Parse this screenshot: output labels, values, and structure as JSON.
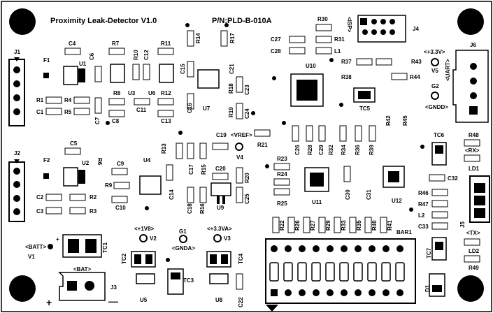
{
  "header": {
    "title": "Proximity Leak-Detector V1.0",
    "part_number": "P/N:PLD-B-010A"
  },
  "connectors": {
    "j1": "J1",
    "j2": "J2",
    "j3": "J3",
    "j4": "J4",
    "j5": "J5",
    "j6": "J6",
    "isp": "<ISP>",
    "uart": "<UART>",
    "bat": "<BAT>",
    "batt": "<BATT>",
    "plus": "+",
    "minus": "—"
  },
  "test_points": {
    "v1": "V1",
    "v2": "V2",
    "v3": "V3",
    "v4": "V4",
    "v5": "V5",
    "g1": "G1",
    "g2": "G2",
    "vref": "<VREF>",
    "v18": "<+1V8>",
    "v33a": "<+3.3VA>",
    "v33": "<+3.3V>",
    "gnda": "<GNDA>",
    "gndd": "<GNDD>",
    "rx": "<RX>",
    "tx": "<TX>"
  },
  "chips": {
    "u1": "U1",
    "u2": "U2",
    "u3": "U3",
    "u4": "U4",
    "u5": "U5",
    "u6": "U6",
    "u7": "U7",
    "u8": "U8",
    "u9": "U9",
    "u10": "U10",
    "u11": "U11",
    "u12": "U12",
    "bar1": "BAR1",
    "ld1": "LD1",
    "ld2": "LD2",
    "d1": "D1"
  },
  "designators": {
    "f1": "F1",
    "f2": "F2",
    "l1": "L1",
    "l2": "L2",
    "tc1": "TC1",
    "tc2": "TC2",
    "tc3": "TC3",
    "tc4": "TC4",
    "tc5": "TC5",
    "tc6": "TC6",
    "tc7": "TC7",
    "r1": "R1",
    "r2": "R2",
    "r3": "R3",
    "r4": "R4",
    "r5": "R5",
    "r6": "R6",
    "r7": "R7",
    "r8": "R8",
    "r9": "R9",
    "r10": "R10",
    "r11": "R11",
    "r12": "R12",
    "r13": "R13",
    "r14": "R14",
    "r15": "R15",
    "r16": "R16",
    "r17": "R17",
    "r18": "R18",
    "r19": "R19",
    "r20": "R20",
    "r21": "R21",
    "r22": "R22",
    "r23": "R23",
    "r24": "R24",
    "r25": "R25",
    "r26": "R26",
    "r27": "R27",
    "r28": "R28",
    "r29": "R29",
    "r30": "R30",
    "r31": "R31",
    "r32": "R32",
    "r33": "R33",
    "r34": "R34",
    "r35": "R35",
    "r36": "R36",
    "r37": "R37",
    "r38": "R38",
    "r39": "R39",
    "r40": "R40",
    "r41": "R41",
    "r42": "R42",
    "r43": "R43",
    "r44": "R44",
    "r45": "R45",
    "r46": "R46",
    "r47": "R47",
    "r48": "R48",
    "r49": "R49",
    "c1": "C1",
    "c2": "C2",
    "c3": "C3",
    "c4": "C4",
    "c5": "C5",
    "c6": "C6",
    "c7": "C7",
    "c8": "C8",
    "c9": "C9",
    "c10": "C10",
    "c11": "C11",
    "c12": "C12",
    "c13": "C13",
    "c14": "C14",
    "c15": "C15",
    "c16": "C16",
    "c17": "C17",
    "c18": "C18",
    "c19": "C19",
    "c20": "C20",
    "c21": "C21",
    "c22": "C22",
    "c23": "C23",
    "c24": "C24",
    "c25": "C25",
    "c26": "C26",
    "c27": "C27",
    "c28": "C28",
    "c29": "C29",
    "c30": "C30",
    "c31": "C31",
    "c32": "C32",
    "c33": "C33"
  }
}
